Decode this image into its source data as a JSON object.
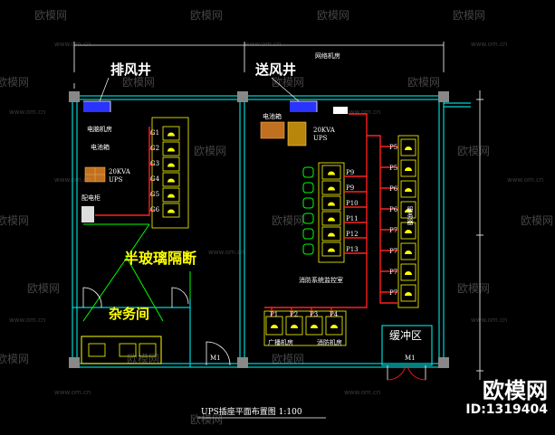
{
  "watermark": {
    "site": "欧模网",
    "url": "www.om.cn"
  },
  "brand": {
    "name": "欧模网",
    "id": "ID:1319404"
  },
  "plan": {
    "title": "UPS插座平面布置图  1:100",
    "exhaust_shaft": "排风井",
    "supply_shaft": "送风井",
    "network_room_top": "网络机房",
    "computer_room": "电脑机房",
    "battery_cabinet_left": "电池箱",
    "battery_cabinet_right": "电池箱",
    "ups_left": "20KVA\nUPS",
    "ups_right": "20KVA\nUPS",
    "distribution_cabinet": "配电柜",
    "glass_partition": "半玻璃隔断",
    "utility_room": "杂务间",
    "buffer_zone": "缓冲区",
    "fire_console": "消防系统监控室",
    "door_m1": "M1",
    "door_m2": "M1",
    "printer_label": "广播机房",
    "fire_label2": "消防机房",
    "rack_labels_left": [
      "G1",
      "G2",
      "G3",
      "G4",
      "G5",
      "G6"
    ],
    "rack_labels_mid": [
      "P9",
      "P9",
      "P10",
      "P11",
      "P12",
      "P13"
    ],
    "rack_labels_right": [
      "P5",
      "P5",
      "P6",
      "P6",
      "P7",
      "P7",
      "P7",
      "P7"
    ],
    "rack_labels_bottom": [
      "P1",
      "P2",
      "P3",
      "P4"
    ],
    "right_rack_text": "服务器"
  },
  "colors": {
    "background": "#000000",
    "wall": "#00d4d4",
    "cable": "#ff2020",
    "equipment": "#ffff00",
    "partition": "#00ff00",
    "shaft": "#2b33ff",
    "text": "#ffffff"
  }
}
